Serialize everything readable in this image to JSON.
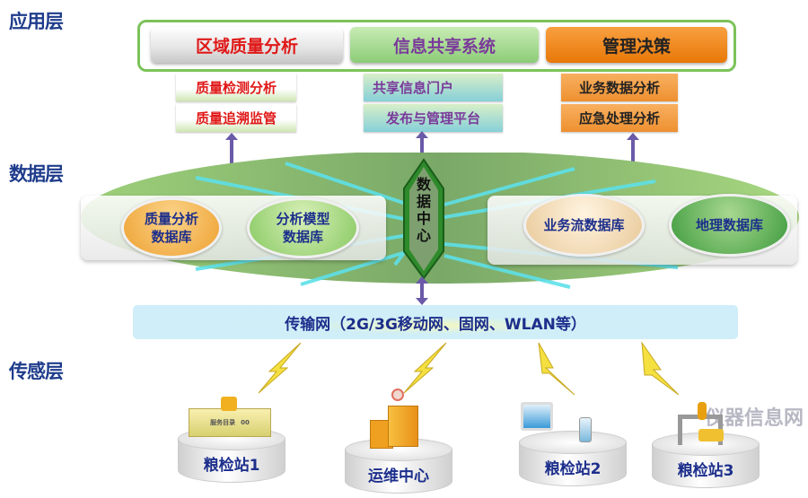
{
  "layers": {
    "app": "应用层",
    "data": "数据层",
    "sensor": "传感层"
  },
  "app": {
    "buttons": [
      {
        "label": "区域质量分析"
      },
      {
        "label": "信息共享系统"
      },
      {
        "label": "管理决策"
      }
    ],
    "columns": [
      {
        "items": [
          "质量检测分析",
          "质量追溯监管"
        ]
      },
      {
        "items": [
          "共享信息门户",
          "发布与管理平台"
        ]
      },
      {
        "items": [
          "业务数据分析",
          "应急处理分析"
        ]
      }
    ]
  },
  "data": {
    "center": "数据中心",
    "databases": [
      "质量分析\n数据库",
      "分析模型\n数据库",
      "业务流数据库",
      "地理数据库"
    ]
  },
  "network": {
    "label": "传输网（2G/3G移动网、固网、WLAN等）"
  },
  "sites": [
    "粮检站1",
    "运维中心",
    "粮检站2",
    "粮检站3"
  ],
  "icon_texts": {
    "service_card": "服务目录",
    "service_num": "00"
  },
  "watermark": "仪器信息网",
  "colors": {
    "label_blue": "#1f3c8c",
    "frame_green": "#7cc35a",
    "arrow_purple": "#6a5aa8",
    "ray_cyan": "#5ee0e8"
  }
}
